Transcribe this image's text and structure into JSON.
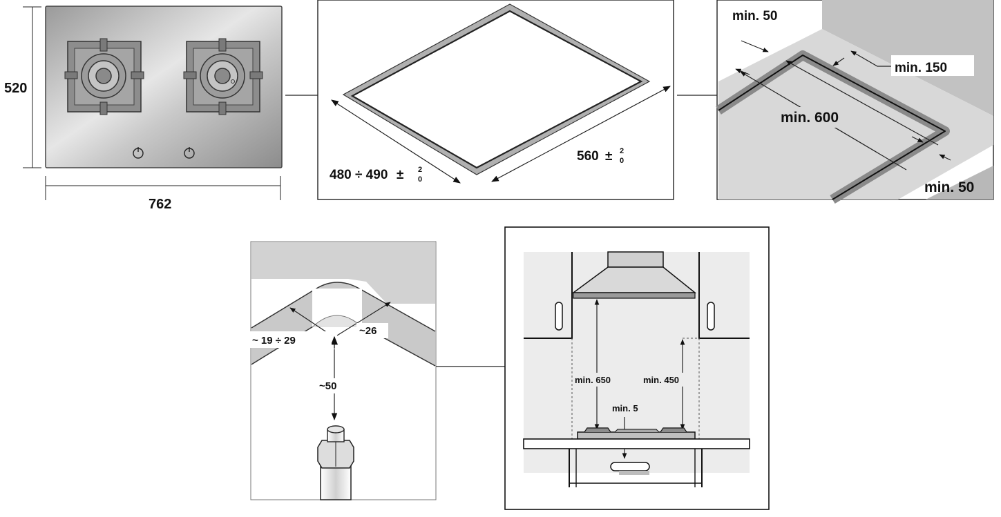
{
  "hob": {
    "height_label": "520",
    "width_label": "762"
  },
  "cutout": {
    "depth_label": "480 ÷ 490",
    "depth_tol_main": "±",
    "depth_tol_upper": "2",
    "depth_tol_lower": "0",
    "width_label": "560",
    "width_tol_main": "±",
    "width_tol_upper": "2",
    "width_tol_lower": "0"
  },
  "clearance": {
    "back_wall": "min. 50",
    "side_wall": "min. 150",
    "depth": "min. 600",
    "front_edge": "min. 50"
  },
  "gas_connection": {
    "offset_left": "~ 19 ÷ 29",
    "offset_right": "~26",
    "depth": "~50"
  },
  "installation": {
    "hood_height": "min. 650",
    "cabinet_height": "min. 450",
    "under_gap": "min. 5"
  }
}
